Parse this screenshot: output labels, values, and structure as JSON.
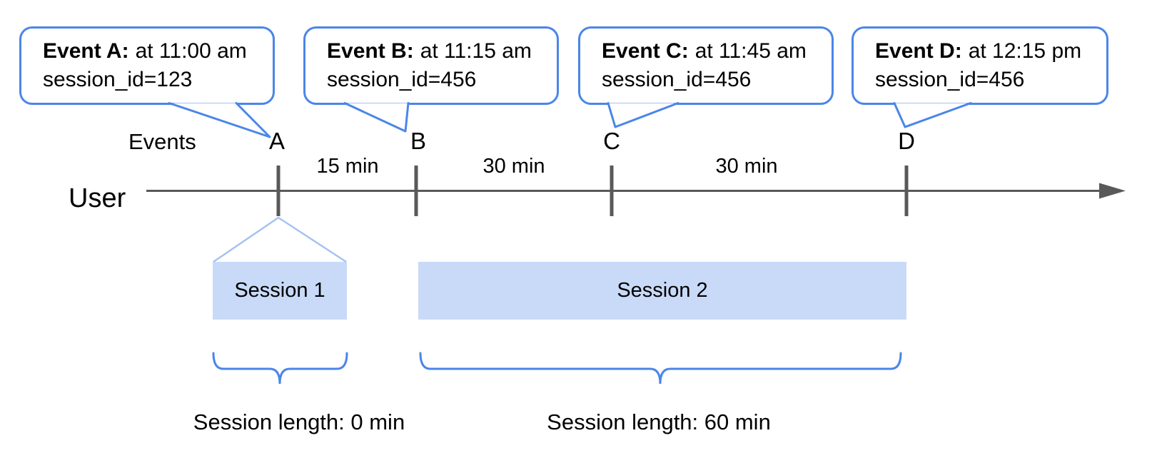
{
  "diagram": {
    "callouts": [
      {
        "letter": "A",
        "title": "Event A:",
        "time": "at 11:00 am",
        "session": "session_id=123"
      },
      {
        "letter": "B",
        "title": "Event B:",
        "time": "at 11:15 am",
        "session": "session_id=456"
      },
      {
        "letter": "C",
        "title": "Event C:",
        "time": "at 11:45 am",
        "session": "session_id=456"
      },
      {
        "letter": "D",
        "title": "Event D:",
        "time": "at 12:15 pm",
        "session": "session_id=456"
      }
    ],
    "events_label": "Events",
    "user_label": "User",
    "event_letters": [
      "A",
      "B",
      "C",
      "D"
    ],
    "intervals": [
      "15 min",
      "30 min",
      "30 min"
    ],
    "sessions": [
      {
        "label": "Session 1",
        "length": "Session length: 0 min"
      },
      {
        "label": "Session 2",
        "length": "Session length: 60 min"
      }
    ],
    "colors": {
      "accent_blue": "#4a86e8",
      "session_fill": "#c9daf8",
      "funnel_line": "#a4c2f4",
      "timeline_gray": "#595959",
      "text": "#000000"
    }
  }
}
